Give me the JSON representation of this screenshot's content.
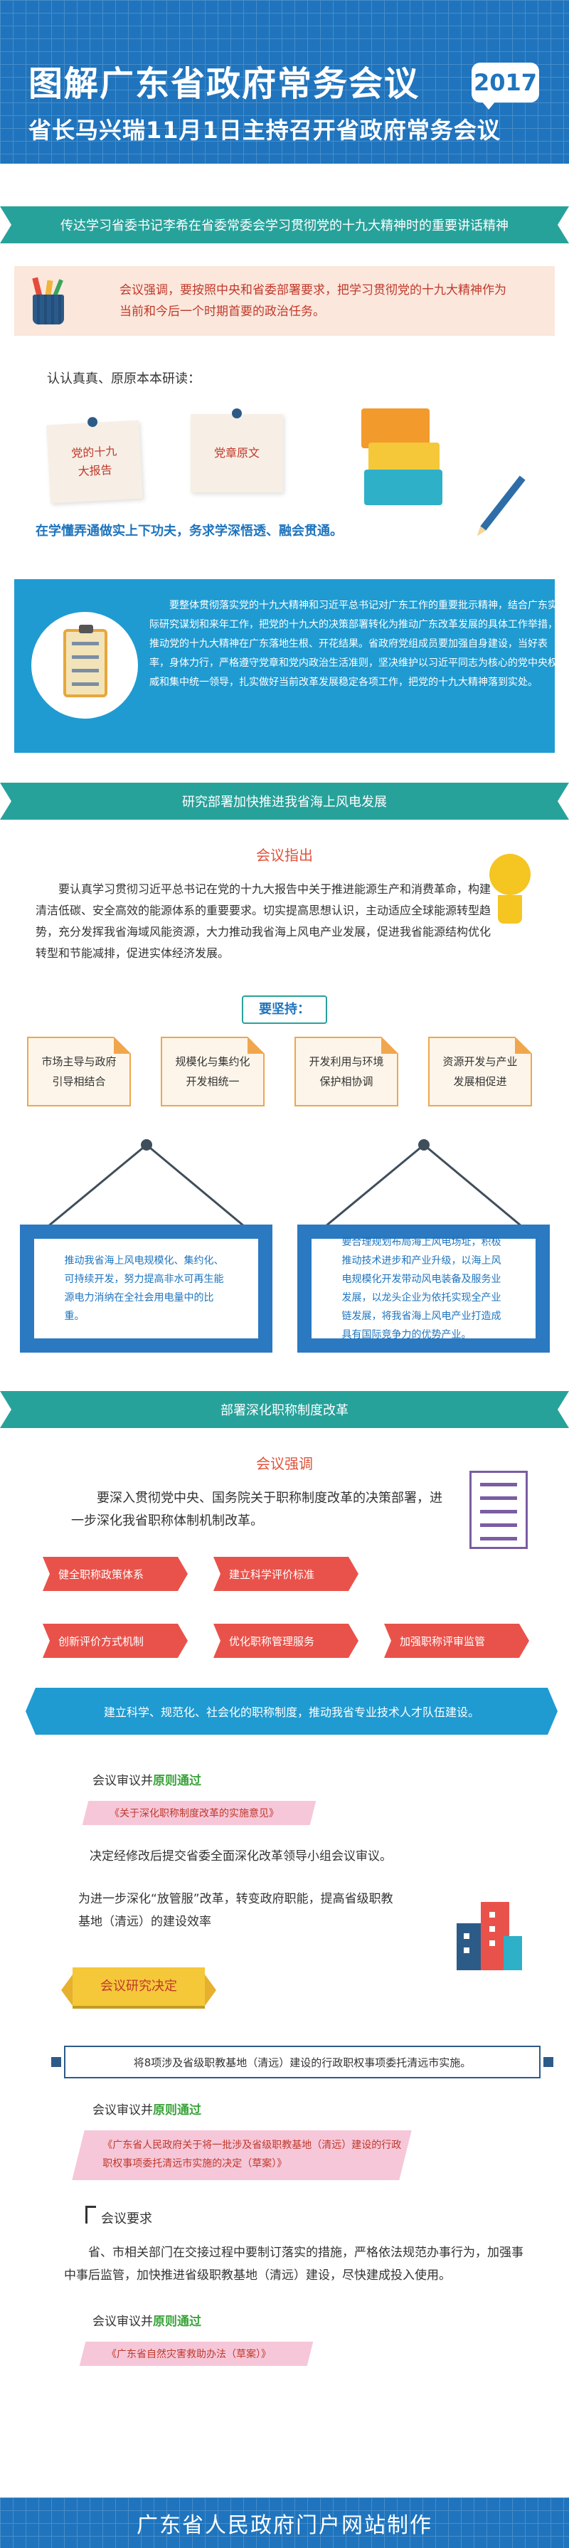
{
  "header": {
    "title": "图解广东省政府常务会议",
    "year": "2017",
    "subtitle": "省长马兴瑞11月1日主持召开省政府常务会议"
  },
  "section1": {
    "banner": "传达学习省委书记李希在省委常委会学习贯彻党的十九大精神时的重要讲话精神",
    "quote": "会议强调，要按照中央和省委部署要求，把学习贯彻党的十九大精神作为当前和今后一个时期首要的政治任务。",
    "study_title": "认认真真、原原本本研读：",
    "notes": [
      "党的十九大报告",
      "党章原文"
    ],
    "study_line": "在学懂弄通做实上下功夫，务求学深悟透、融会贯通。",
    "card_text": "要整体贯彻落实党的十九大精神和习近平总书记对广东工作的重要批示精神，结合广东实际研究谋划和来年工作，把党的十九大的决策部署转化为推动广东改革发展的具体工作举措，推动党的十九大精神在广东落地生根、开花结果。省政府党组成员要加强自身建设，当好表率，身体力行，严格遵守党章和党内政治生活准则，坚决维护以习近平同志为核心的党中央权威和集中统一领导，扎实做好当前改革发展稳定各项工作，把党的十九大精神落到实处。"
  },
  "section2": {
    "banner": "研究部署加快推进我省海上风电发展",
    "sub_title": "会议指出",
    "para": "要认真学习贯彻习近平总书记在党的十九大报告中关于推进能源生产和消费革命，构建清洁低碳、安全高效的能源体系的重要要求。切实提高思想认识，主动适应全球能源转型趋势，充分发挥我省海域风能资源，大力推动我省海上风电产业发展，促进我省能源结构优化转型和节能减排，促进实体经济发展。",
    "must_label": "要坚持：",
    "tags": [
      "市场主导与政府引导相结合",
      "规模化与集约化开发相统一",
      "开发利用与环境保护相协调",
      "资源开发与产业发展相促进"
    ],
    "frame_left": "推动我省海上风电规模化、集约化、可持续开发，努力提高非水可再生能源电力消纳在全社会用电量中的比重。",
    "frame_right": "要合理规划布局海上风电场址，积极推动技术进步和产业升级，以海上风电规模化开发带动风电装备及服务业发展，以龙头企业为依托实现全产业链发展，将我省海上风电产业打造成具有国际竞争力的优势产业。"
  },
  "section3": {
    "banner": "部署深化职称制度改革",
    "sub_title": "会议强调",
    "para": "要深入贯彻党中央、国务院关于职称制度改革的决策部署，进一步深化我省职称体制机制改革。",
    "ribbons": [
      "健全职称政策体系",
      "建立科学评价标准",
      "创新评价方式机制",
      "优化职称管理服务",
      "加强职称评审监管"
    ],
    "wide_ribbon": "建立科学、规范化、社会化的职称制度，推动我省专业技术人才队伍建设。",
    "review_prefix": "会议审议并",
    "review_passed": "原则通过",
    "doc1": "《关于深化职称制度改革的实施意见》",
    "plain1": "决定经修改后提交省委全面深化改革领导小组会议审议。",
    "plain2": "为进一步深化“放管服”改革，转变政府职能，提高省级职教基地（清远）的建设效率",
    "badge": "会议研究决定",
    "framed": "将8项涉及省级职教基地（清远）建设的行政职权事项委托清远市实施。",
    "doc2": "《广东省人民政府关于将一批涉及省级职教基地（清远）建设的行政职权事项委托清远市实施的决定（草案）》",
    "req_title": "会议要求",
    "req_text": "省、市相关部门在交接过程中要制订落实的措施，严格依法规范办事行为，加强事中事后监管，加快推进省级职教基地（清远）建设，尽快建成投入使用。",
    "doc3": "《广东省自然灾害救助办法（草案）》"
  },
  "footer": "广东省人民政府门户网站制作",
  "colors": {
    "primary": "#1f74bd",
    "teal": "#27a29b",
    "accent_red": "#e9524a",
    "pink": "#f6c7d9",
    "yellow": "#f5c83a"
  }
}
